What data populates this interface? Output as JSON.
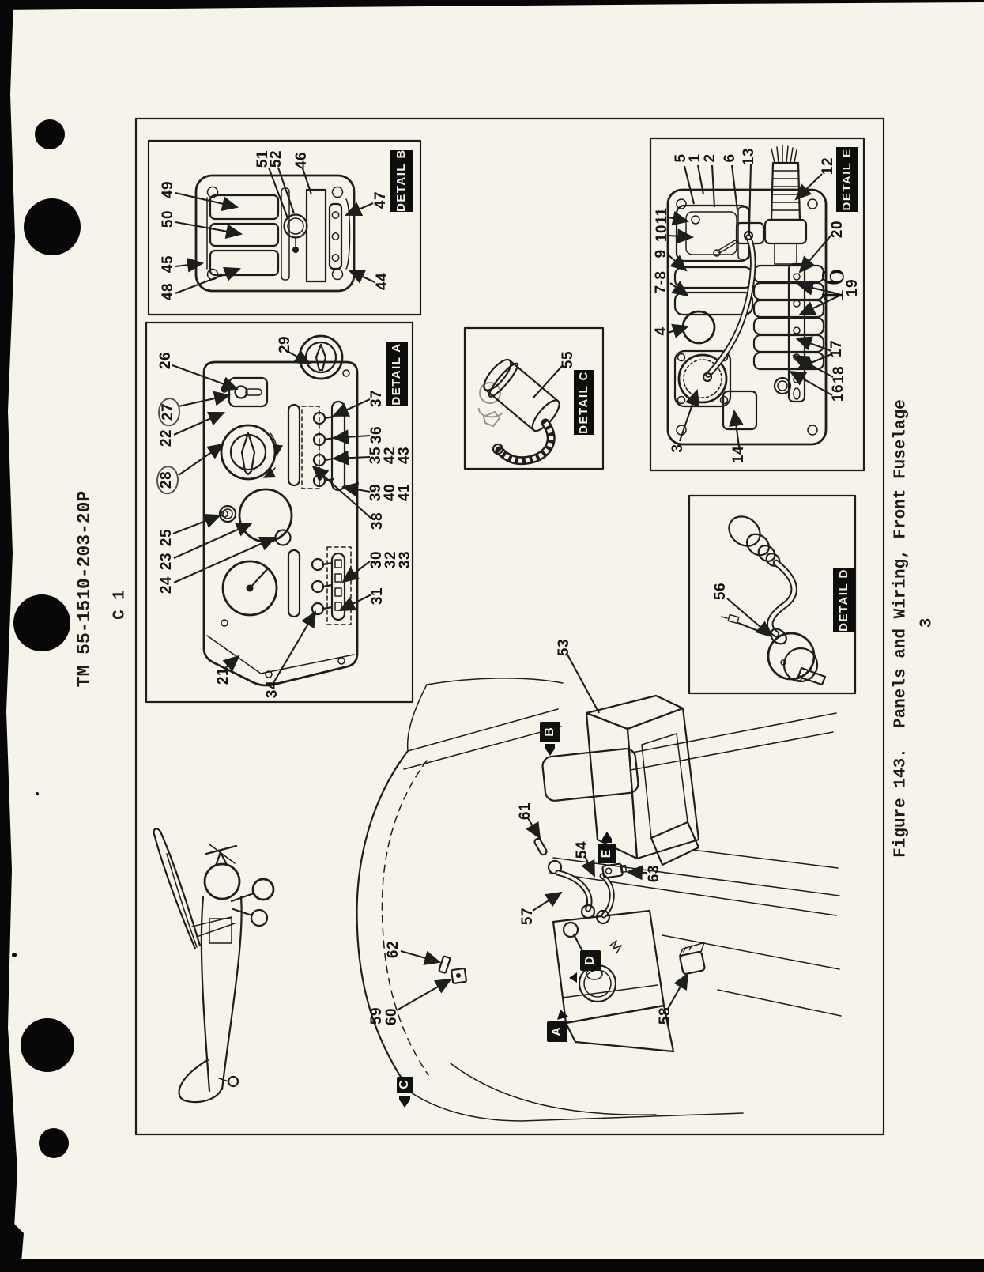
{
  "page": {
    "tm_number": "TM 55-1510-203-20P",
    "change_number": "C 1",
    "figure_caption": "Figure 143.  Panels and Wiring, Front Fuselage",
    "page_number": "3"
  },
  "details": {
    "a": {
      "badge": "DETAIL A"
    },
    "b": {
      "badge": "DETAIL B"
    },
    "c": {
      "badge": "DETAIL C"
    },
    "d": {
      "badge": "DETAIL D"
    },
    "e": {
      "badge": "DETAIL E"
    }
  },
  "callouts": {
    "detail_b": [
      "49",
      "50",
      "45",
      "48",
      "51",
      "52",
      "46",
      "47",
      "44"
    ],
    "detail_a": [
      "26",
      "27",
      "22",
      "28",
      "29",
      "25",
      "23",
      "24",
      "21",
      "34",
      "37",
      "36",
      "35",
      "42",
      "43",
      "39",
      "40",
      "41",
      "38",
      "30",
      "32",
      "33",
      "31"
    ],
    "detail_c": [
      "55"
    ],
    "detail_d": [
      "56"
    ],
    "detail_e": [
      "5",
      "1",
      "2",
      "6",
      "13",
      "12",
      "11",
      "10",
      "9",
      "7-8",
      "20",
      "16",
      "19",
      "17",
      "18",
      "16",
      "4",
      "3",
      "14"
    ],
    "fuselage": [
      "53",
      "61",
      "54",
      "63",
      "57",
      "62",
      "59",
      "60",
      "58"
    ]
  },
  "view_markers": [
    "B",
    "E",
    "D",
    "A",
    "C"
  ]
}
